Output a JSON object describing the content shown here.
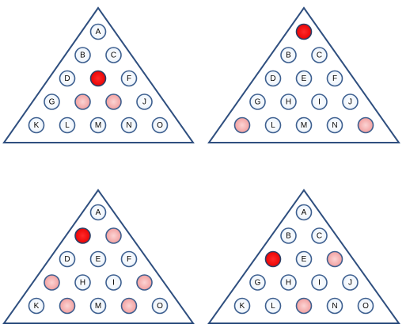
{
  "colors": {
    "outline": "#2f4f7f",
    "hole_fill": "#eaf2fb",
    "hole_ring": "#3d5f8f",
    "jumper_fill": "#e80000",
    "removed_fill": "#f19a9a"
  },
  "labels": [
    "A",
    "B",
    "C",
    "D",
    "E",
    "F",
    "G",
    "H",
    "I",
    "J",
    "K",
    "L",
    "M",
    "N",
    "O"
  ],
  "panels": [
    {
      "name": "panel-top-left",
      "jumper": [
        "E"
      ],
      "removed": [
        "H",
        "I"
      ]
    },
    {
      "name": "panel-top-right",
      "jumper": [
        "A"
      ],
      "removed": [
        "K",
        "O"
      ]
    },
    {
      "name": "panel-bottom-left",
      "jumper": [
        "B"
      ],
      "removed": [
        "C",
        "G",
        "J",
        "L",
        "N"
      ]
    },
    {
      "name": "panel-bottom-right",
      "jumper": [
        "D"
      ],
      "removed": [
        "F",
        "M"
      ]
    }
  ]
}
